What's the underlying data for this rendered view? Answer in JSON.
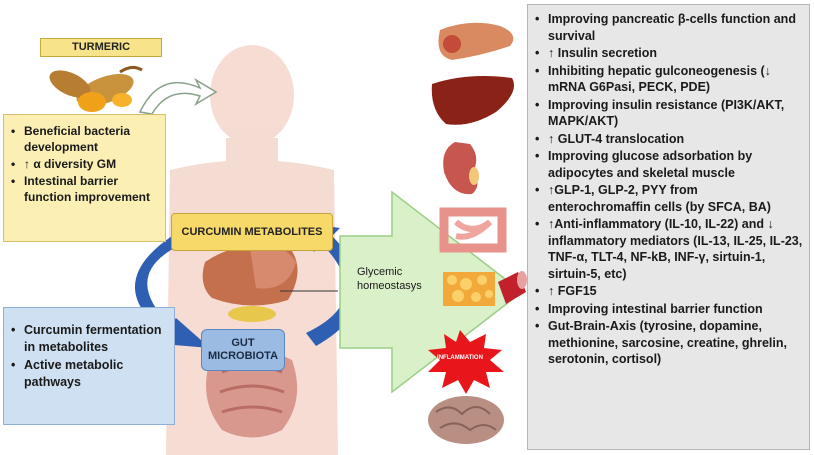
{
  "turmeric": {
    "label": "TURMERIC"
  },
  "left_yellow": {
    "items": [
      "Beneficial bacteria development",
      "↑ α diversity GM",
      "Intestinal barrier function improvement"
    ]
  },
  "curcumin_metabolites": "CURCUMIN METABOLITES",
  "gut_microbiota": "GUT MICROBIOTA",
  "left_blue": {
    "items": [
      "Curcumin fermentation in metabolites",
      "Active metabolic pathways"
    ]
  },
  "glycemic_label": "Glycemic homeostasys",
  "inflammation_label": "INFLAMMATION",
  "right_box": {
    "items": [
      "Improving pancreatic β-cells function and survival",
      "↑ Insulin secretion",
      "Inhibiting hepatic gulconeogenesis (↓ mRNA G6Pasi, PECK, PDE)",
      "Improving insulin resistance (PI3K/AKT, MAPK/AKT)",
      "↑ GLUT-4 translocation",
      "Improving glucose adsorbation by adipocytes and skeletal muscle",
      "↑GLP-1, GLP-2, PYY from enterochromaffin cells (by SFCA, BA)",
      "↑Anti-inflammatory (IL-10, IL-22) and ↓ inflammatory mediators (IL-13,  IL-25, IL-23, TNF-α, TLT-4, NF-kB, INF-γ,  sirtuin-1, sirtuin-5, etc)",
      "↑ FGF15",
      "Improving intestinal barrier function",
      "Gut-Brain-Axis (tyrosine, dopamine, methionine, sarcosine, creatine, ghrelin, serotonin, cortisol)"
    ]
  },
  "colors": {
    "yellow_box": "#fbefb4",
    "blue_box": "#cfe0f2",
    "arrow_blue": "#2f5fb3",
    "green_arrow": "#d9f0c8",
    "body_tone": "#f3d3c7",
    "inflammation_red": "#e8161b"
  }
}
